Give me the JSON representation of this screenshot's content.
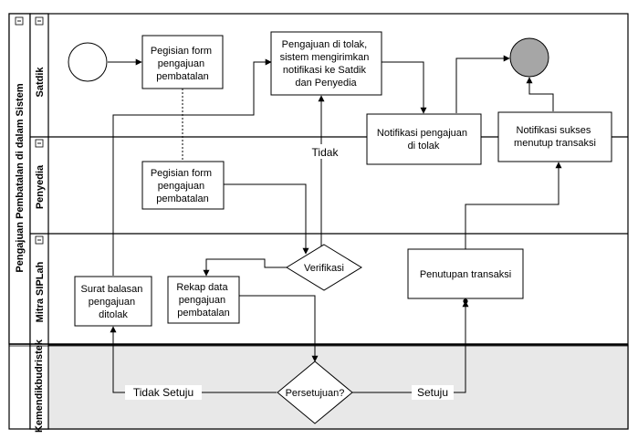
{
  "pool": {
    "title": "Pengajuan Pembatalan di dalam Sistem",
    "collapse_glyph": "⊟"
  },
  "lanes": [
    {
      "id": "satdik",
      "label": "Satdik"
    },
    {
      "id": "penyedia",
      "label": "Penyedia"
    },
    {
      "id": "mitra",
      "label": "Mitra SIPLah"
    },
    {
      "id": "kemendikbud",
      "label": "Kemendikbudristek"
    }
  ],
  "nodes": {
    "form_satdik": [
      "Pegisian form",
      "pengajuan",
      "pembatalan"
    ],
    "ditolak_notif": [
      "Pengajuan di tolak,",
      "sistem mengirimkan",
      "notifikasi ke Satdik",
      "dan Penyedia"
    ],
    "notif_ditolak": [
      "Notifikasi pengajuan",
      "di tolak"
    ],
    "notif_sukses": [
      "Notifikasi sukses",
      "menutup transaksi"
    ],
    "form_penyedia": [
      "Pegisian form",
      "pengajuan",
      "pembatalan"
    ],
    "verifikasi": "Verifikasi",
    "surat_balasan": [
      "Surat balasan",
      "pengajuan",
      "ditolak"
    ],
    "rekap": [
      "Rekap data",
      "pengajuan",
      "pembatalan"
    ],
    "penutupan": "Penutupan transaksi",
    "persetujuan": "Persetujuan?"
  },
  "edge_labels": {
    "tidak": "Tidak",
    "tidak_setuju": "Tidak Setuju",
    "setuju": "Setuju"
  },
  "colors": {
    "kemendikbud_lane_fill": "#e8e8e8",
    "end_event_fill": "#a6a6a6",
    "start_event_fill": "#ffffff"
  }
}
